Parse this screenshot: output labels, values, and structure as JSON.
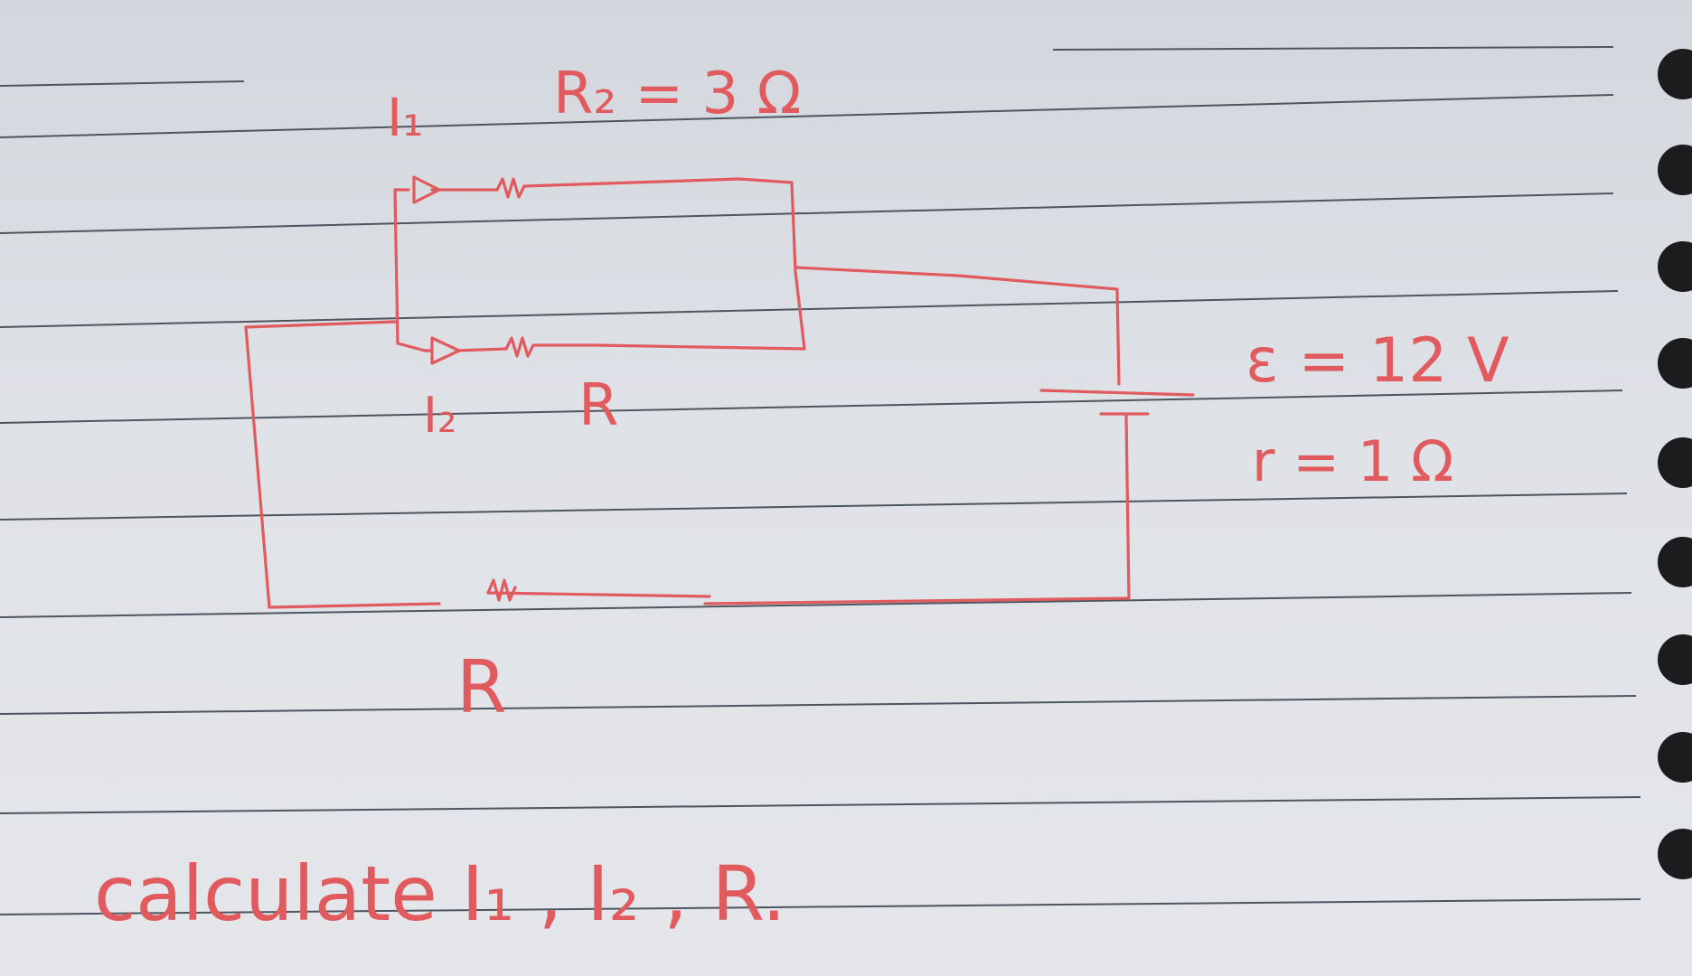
{
  "colors": {
    "ink": "#e05a5e",
    "paper": "#e0e3e8",
    "rule": "#4d5560",
    "spiral": "#1c1c1e"
  },
  "labels": {
    "i1": "I₁",
    "r2": "R₂ = 3 Ω",
    "i2": "I₂",
    "r_parallel": "R",
    "emf": "ε = 12 V",
    "internal_r": "r = 1 Ω",
    "r_series": "R"
  },
  "question": "calculate I₁ , I₂ , R."
}
